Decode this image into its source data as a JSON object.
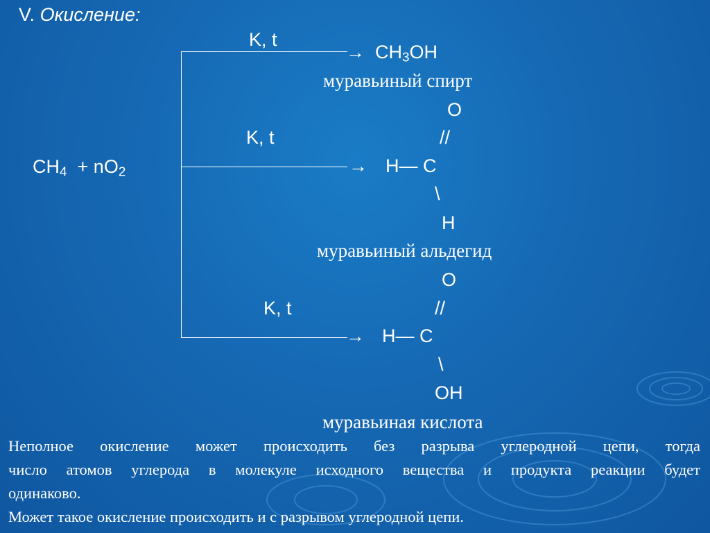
{
  "slide": {
    "title_num": "V.",
    "title_text": "Окисление:"
  },
  "reaction": {
    "reactant_a": "CH",
    "reactant_a_sub": "4",
    "plus": "+ nO",
    "reactant_b_sub": "2",
    "branches": [
      {
        "condition": "K, t",
        "arrow": "→",
        "product": "CH",
        "product_sub": "3",
        "product_tail": "OH",
        "name": "муравьиный спирт"
      },
      {
        "condition": "K, t",
        "arrow": "→",
        "top_atom": "O",
        "double_bond": "//",
        "chain": "H— C",
        "single_bond": "\\",
        "bottom_atom": "H",
        "name": "муравьиный альдегид"
      },
      {
        "condition": "K, t",
        "arrow": "→",
        "top_atom": "O",
        "double_bond": "//",
        "chain": "H— C",
        "single_bond": "\\",
        "bottom_atom": "OH",
        "name": "муравьиная кислота"
      }
    ]
  },
  "notes": {
    "paragraph_1_line_1": "Неполное окисление может происходить без разрыва углеродной цепи, тогда",
    "paragraph_1_line_2": "число атомов углерода в молекуле исходного вещества и продукта реакции будет",
    "paragraph_1_line_3": "одинаково.",
    "paragraph_2": "Может такое окисление происходить и с разрывом углеродной цепи."
  },
  "colors": {
    "background": "#1668b3",
    "text": "#ffffff"
  }
}
